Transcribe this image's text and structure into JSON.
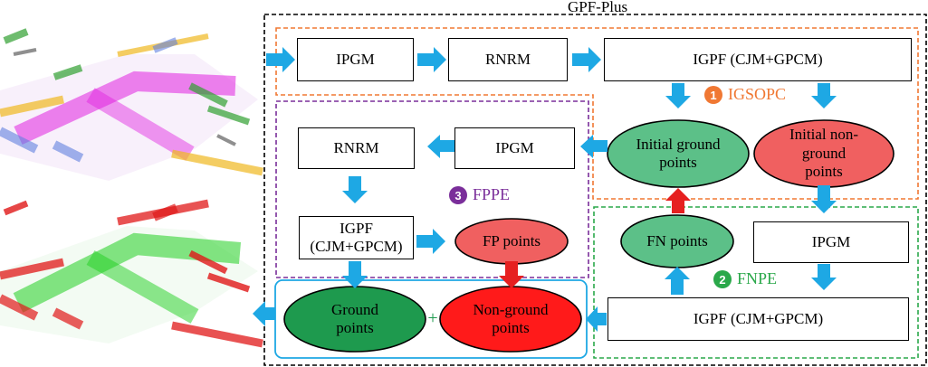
{
  "title": "GPF-Plus",
  "colors": {
    "arrow_blue": "#1ea8e4",
    "arrow_red": "#e62020",
    "orange_border": "#f07833",
    "purple_border": "#7a2e9a",
    "green_border": "#2aa84a",
    "cyan_border": "#1ea8e4",
    "ellipse_green": "#5cc088",
    "ellipse_dark_green": "#1e9a4e",
    "ellipse_red": "#f06060",
    "ellipse_bright_red": "#ff1a1a"
  },
  "stages": {
    "igsopc": {
      "number": "1",
      "label": "IGSOPC",
      "color": "#f07833"
    },
    "fnpe": {
      "number": "2",
      "label": "FNPE",
      "color": "#2aa84a"
    },
    "fppe": {
      "number": "3",
      "label": "FPPE",
      "color": "#7a2e9a"
    }
  },
  "nodes": {
    "ipgm_top": "IPGM",
    "rnrm_top": "RNRM",
    "igpf_top": "IGPF (CJM+GPCM)",
    "initial_ground": "Initial ground\npoints",
    "initial_nonground": "Initial non-\nground\npoints",
    "ipgm_fppe": "IPGM",
    "rnrm_fppe": "RNRM",
    "igpf_fppe": "IGPF\n(CJM+GPCM)",
    "fp_points": "FP points",
    "fn_points": "FN points",
    "ipgm_fnpe": "IPGM",
    "igpf_fnpe": "IGPF (CJM+GPCM)",
    "ground_points": "Ground\npoints",
    "nonground_points": "Non-ground\npoints"
  },
  "plus_sign": "+"
}
